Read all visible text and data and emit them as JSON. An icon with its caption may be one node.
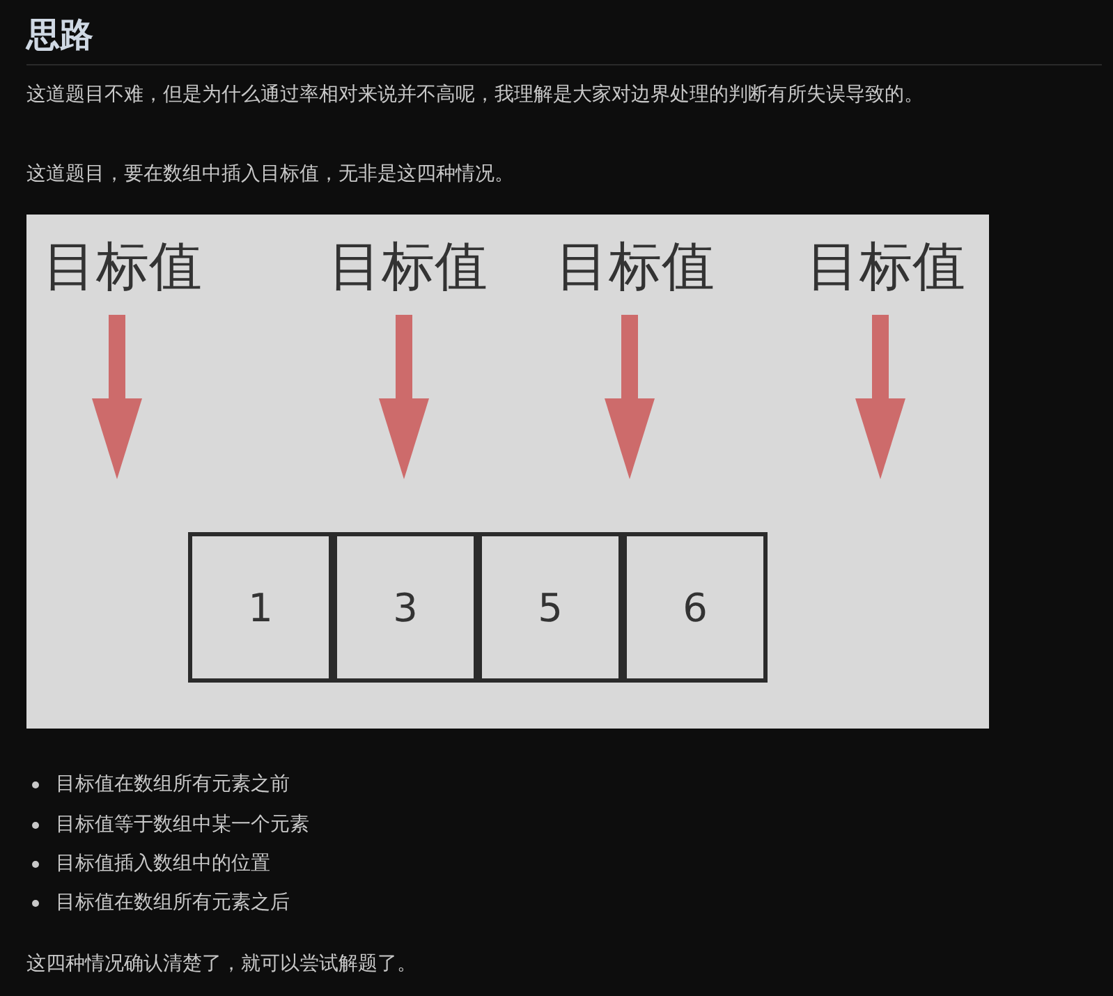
{
  "diagram": {
    "title": "思路",
    "nodes": [
      {
        "text": [
          "目标值"
        ]
      },
      {
        "text": [
          "目标值"
        ]
      },
      {
        "text": [
          "目标值"
        ]
      },
      {
        "text": [
          "目标值"
        ]
      },
      {
        "text": [
          "1"
        ]
      },
      {
        "text": [
          "3"
        ]
      },
      {
        "text": [
          "5"
        ]
      },
      {
        "text": [
          "6"
        ]
      }
    ],
    "edges": [
      {
        "from": 0,
        "to": null,
        "arrow": "to"
      },
      {
        "from": 1,
        "to": null,
        "arrow": "to"
      },
      {
        "from": 2,
        "to": null,
        "arrow": "to"
      },
      {
        "from": 3,
        "to": null,
        "arrow": "to"
      }
    ],
    "labels": [
      "这道题目不难，但是为什么通过率相对来说并不高呢，我理解是大家对边界处理的判断有所失误导致的。",
      "这道题目，要在数组中插入目标值，无非是这四种情况。",
      "目标值在数组所有元素之前",
      "目标值等于数组中某一个元素",
      "目标值插入数组中的位置",
      "目标值在数组所有元素之后",
      "这四种情况确认清楚了，就可以尝试解题了。"
    ]
  }
}
